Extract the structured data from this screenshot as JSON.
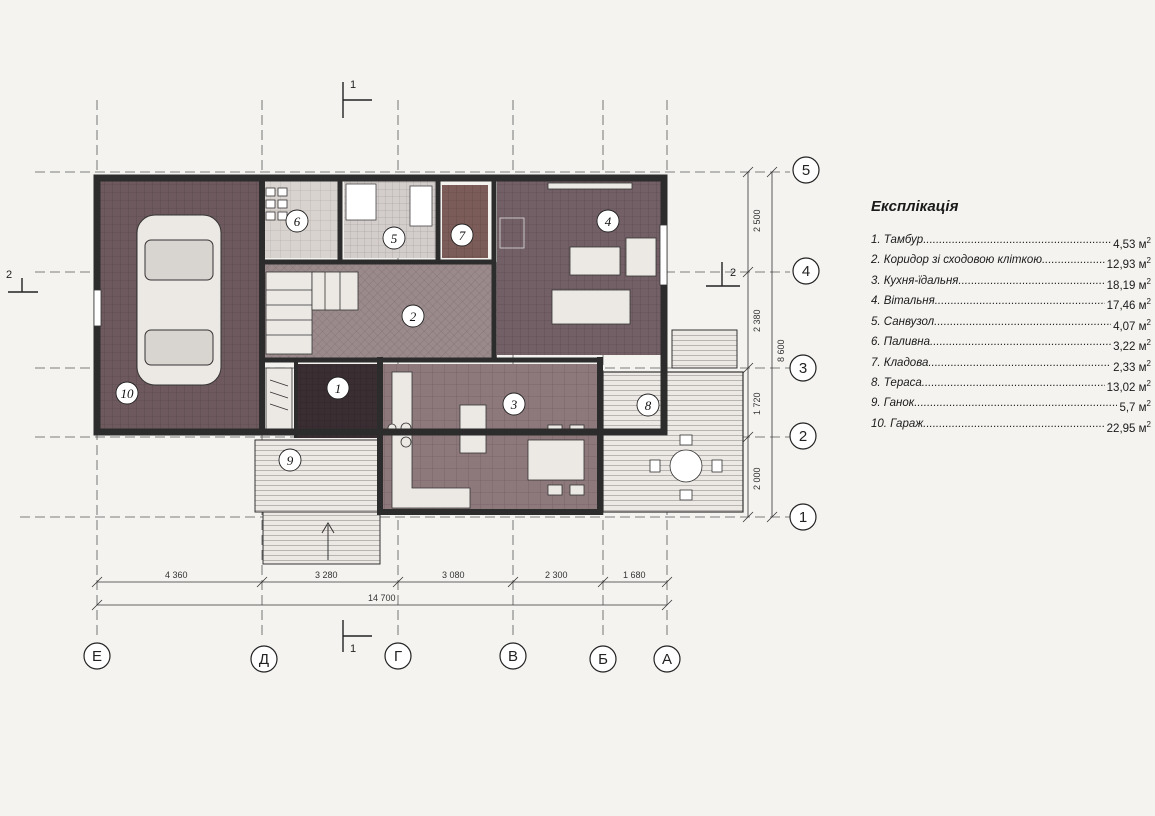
{
  "explication": {
    "title": "Експлікація",
    "items": [
      {
        "name": "1. Тамбур",
        "area": "4,53 м",
        "unit_power": "2"
      },
      {
        "name": "2. Коридор зі сходовою кліткою",
        "area": "12,93 м",
        "unit_power": "2"
      },
      {
        "name": "3. Кухня-їдальня",
        "area": "18,19 м",
        "unit_power": "2"
      },
      {
        "name": "4. Вітальня",
        "area": "17,46 м",
        "unit_power": "2"
      },
      {
        "name": "5. Санвузол",
        "area": "4,07 м",
        "unit_power": "2"
      },
      {
        "name": "6. Паливна",
        "area": "3,22 м",
        "unit_power": "2"
      },
      {
        "name": "7. Кладова",
        "area": "2,33 м",
        "unit_power": "2"
      },
      {
        "name": "8. Тераса",
        "area": "13,02 м",
        "unit_power": "2"
      },
      {
        "name": "9. Ганок",
        "area": "5,7 м",
        "unit_power": "2"
      },
      {
        "name": "10. Гараж",
        "area": "22,95 м",
        "unit_power": "2"
      }
    ]
  },
  "plan": {
    "axes_vertical": [
      "Е",
      "Д",
      "Г",
      "В",
      "Б",
      "А"
    ],
    "axes_horizontal": [
      "5",
      "4",
      "3",
      "2",
      "1"
    ],
    "dims_bottom": [
      "4 360",
      "3 280",
      "3 080",
      "2 300",
      "1 680"
    ],
    "dim_total_bottom": "14 700",
    "dims_right": [
      "2 500",
      "2 380",
      "1 720",
      "2 000"
    ],
    "dim_total_right": "8 600",
    "section_marks": [
      "1",
      "1",
      "2",
      "2"
    ],
    "room_numbers": [
      "1",
      "2",
      "3",
      "4",
      "5",
      "6",
      "7",
      "8",
      "9",
      "10"
    ]
  },
  "colors": {
    "wall": "#2c2c2c",
    "garage_floor": "#6e5a5e",
    "living_floor": "#736066",
    "kitchen_floor": "#8d787b",
    "corridor_floor": "#9a8a8c",
    "storage_floor": "#7c5c58",
    "tambur_floor": "#3a2e33",
    "bath_floor": "#c9c4c2",
    "boiler_floor": "#d5cfcc",
    "deck": "#ece8e4"
  }
}
